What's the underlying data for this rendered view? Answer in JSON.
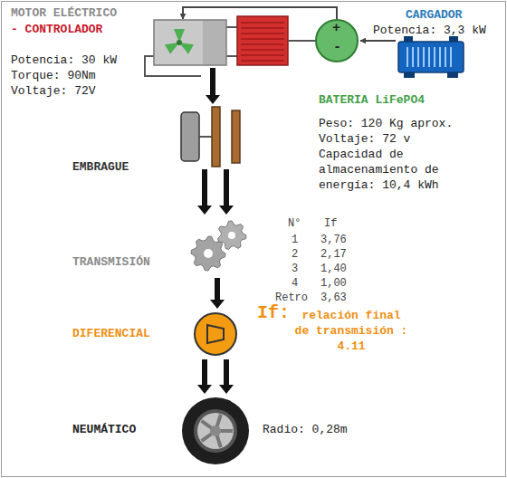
{
  "diagram": {
    "nodes": [
      {
        "text": [
          "MOTOR ELÉCTRICO",
          "- CONTROLADOR",
          "Potencia: 30 kW",
          "Torque: 90Nm",
          "Voltaje: 72V"
        ]
      },
      {
        "text": [
          "+",
          "-",
          "BATERIA LiFePO4",
          "Peso: 120 Kg aprox.",
          "Voltaje: 72 v",
          "Capacidad de almacenamiento de energía: 10,4 kWh"
        ]
      },
      {
        "text": [
          "CARGADOR",
          "Potencia: 3,3 kW"
        ]
      },
      {
        "text": [
          "EMBRAGUE"
        ]
      },
      {
        "text": [
          "TRANSMISIÓN"
        ]
      },
      {
        "text": [
          "DIFERENCIAL",
          "If:",
          "relación final de transmisión : 4.11"
        ]
      },
      {
        "text": [
          "NEUMÁTICO",
          "Radio: 0,28m"
        ]
      }
    ],
    "edges": [
      {
        "from": 1,
        "to": 0,
        "arrow": "to"
      },
      {
        "from": 2,
        "to": 1,
        "arrow": "to"
      },
      {
        "from": 0,
        "to": 3,
        "arrow": "to"
      },
      {
        "from": 3,
        "to": 4,
        "arrow": "to"
      },
      {
        "from": 4,
        "to": 5,
        "arrow": "to"
      },
      {
        "from": 5,
        "to": 6,
        "arrow": "to"
      }
    ],
    "labels": [
      "N°",
      "If",
      "1",
      "3,76",
      "2",
      "2,17",
      "3",
      "1,40",
      "4",
      "1,00",
      "Retro",
      "3,63"
    ]
  }
}
